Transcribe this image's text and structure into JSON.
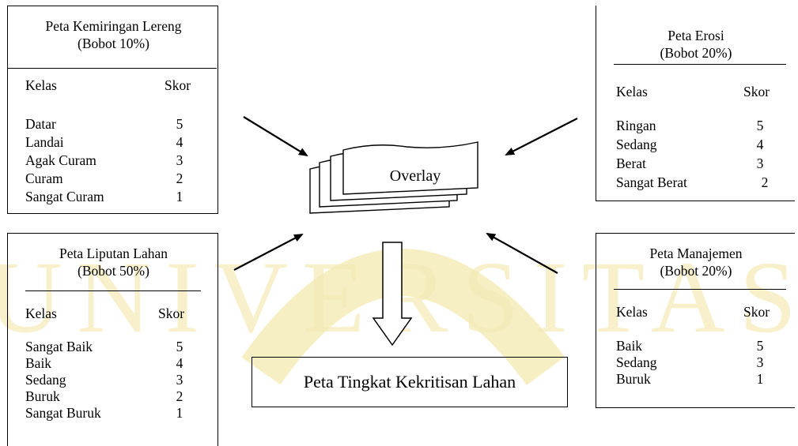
{
  "watermark": {
    "text": "UNIVERSITAS",
    "color": "#f3e7a6"
  },
  "boxes": {
    "kemiringan": {
      "title": "Peta Kemiringan Lereng",
      "weight": "(Bobot 10%)",
      "header": {
        "kelas": "Kelas",
        "skor": "Skor"
      },
      "rows": [
        {
          "kelas": "Datar",
          "skor": "5"
        },
        {
          "kelas": "Landai",
          "skor": "4"
        },
        {
          "kelas": "Agak Curam",
          "skor": "3"
        },
        {
          "kelas": "Curam",
          "skor": "2"
        },
        {
          "kelas": "Sangat Curam",
          "skor": "1"
        }
      ]
    },
    "erosi": {
      "title": "Peta Erosi",
      "weight": "(Bobot 20%)",
      "header": {
        "kelas": "Kelas",
        "skor": "Skor"
      },
      "rows": [
        {
          "kelas": "Ringan",
          "skor": "5"
        },
        {
          "kelas": "Sedang",
          "skor": "4"
        },
        {
          "kelas": "Berat",
          "skor": "3"
        },
        {
          "kelas": "Sangat Berat",
          "skor": "2"
        }
      ]
    },
    "liputan": {
      "title": "Peta Liputan Lahan",
      "weight": "(Bobot 50%)",
      "header": {
        "kelas": "Kelas",
        "skor": "Skor"
      },
      "rows": [
        {
          "kelas": "Sangat Baik",
          "skor": "5"
        },
        {
          "kelas": "Baik",
          "skor": "4"
        },
        {
          "kelas": "Sedang",
          "skor": "3"
        },
        {
          "kelas": "Buruk",
          "skor": "2"
        },
        {
          "kelas": "Sangat Buruk",
          "skor": "1"
        }
      ]
    },
    "manajemen": {
      "title": "Peta Manajemen",
      "weight": "(Bobot 20%)",
      "header": {
        "kelas": "Kelas",
        "skor": "Skor"
      },
      "rows": [
        {
          "kelas": "Baik",
          "skor": "5"
        },
        {
          "kelas": "Sedang",
          "skor": "3"
        },
        {
          "kelas": "Buruk",
          "skor": "1"
        }
      ]
    }
  },
  "overlay": {
    "label": "Overlay"
  },
  "result": {
    "label": "Peta Tingkat Kekritisan Lahan"
  }
}
